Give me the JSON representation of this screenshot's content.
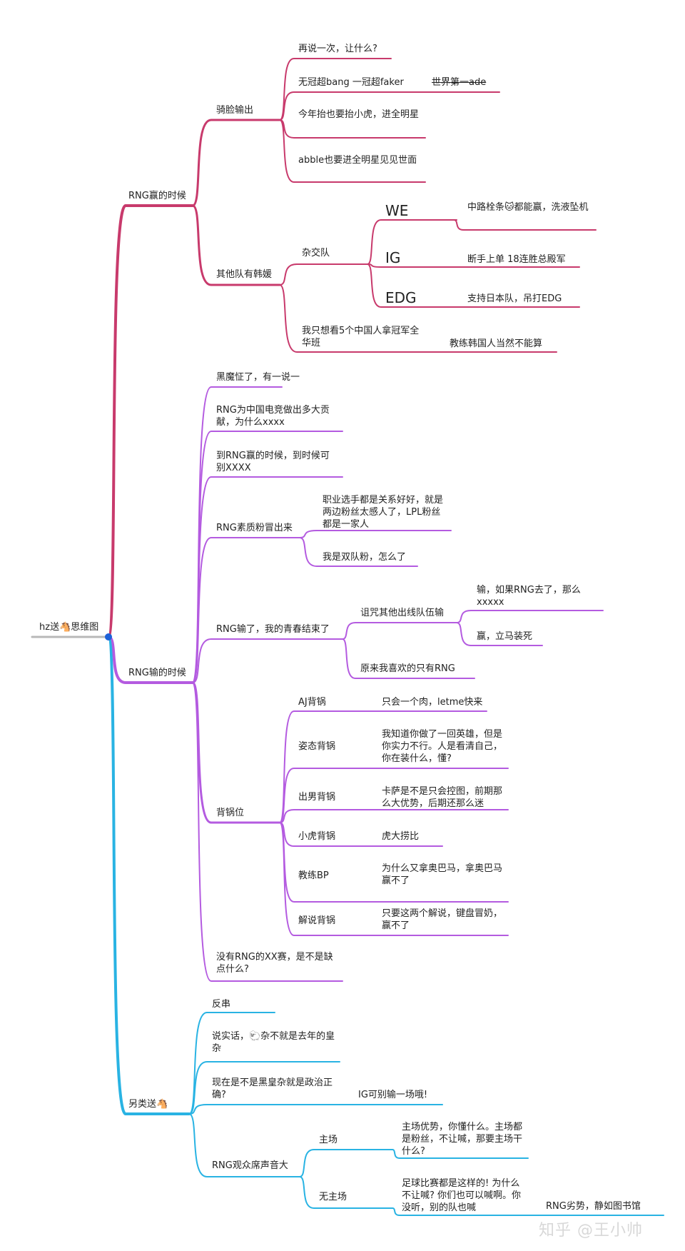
{
  "root": {
    "label": "hz送🐴思维图"
  },
  "colors": {
    "win": "#c83a6c",
    "lose": "#b45be0",
    "other": "#29b3e3",
    "root_line": "#b8b8b8",
    "root_dot": "#1e62d8"
  },
  "win": {
    "label": "RNG赢的时候",
    "face": {
      "label": "骑脸输出",
      "items": [
        "再说一次，让什么?",
        "无冠超bang 一冠超faker",
        "今年抬也要抬小虎，进全明星",
        "abble也要进全明星见见世面"
      ],
      "extra": "世界第一ade"
    },
    "korean": {
      "label": "其他队有韩媛",
      "hybrid": {
        "label": "杂交队",
        "teams": [
          {
            "name": "WE",
            "note": "中路栓条🐱都能赢，洗液坠机"
          },
          {
            "name": "IG",
            "note": "断手上单 18连胜总殿军"
          },
          {
            "name": "EDG",
            "note": "支持日本队，吊打EDG"
          }
        ]
      },
      "all_china": {
        "label": "我只想看5个中国人拿冠军全华班",
        "note": "教练韩国人当然不能算"
      }
    }
  },
  "lose": {
    "label": "RNG输的时候",
    "items": [
      "黑魔怔了，有一说一",
      "RNG为中国电竞做出多大贡献，为什么xxxx",
      "到RNG赢的时候，到时候可别XXXX"
    ],
    "quality": {
      "label": "RNG素质粉冒出来",
      "items": [
        "职业选手都是关系好好，就是两边粉丝太感人了，LPL粉丝都是一家人",
        "我是双队粉，怎么了"
      ]
    },
    "youth": {
      "label": "RNG输了，我的青春结束了",
      "curse": {
        "label": "诅咒其他出线队伍输",
        "items": [
          "输，如果RNG去了，那么xxxxx",
          "赢，立马装死"
        ]
      },
      "other": "原来我喜欢的只有RNG"
    },
    "blame": {
      "label": "背锅位",
      "items": [
        {
          "who": "AJ背锅",
          "why": "只会一个肉，letme快来"
        },
        {
          "who": "姿态背锅",
          "why": "我知道你做了一回英雄，但是你实力不行。人是看清自己，你在装什么，懂?"
        },
        {
          "who": "出男背锅",
          "why": "卡萨是不是只会控图，前期那么大优势，后期还那么迷"
        },
        {
          "who": "小虎背锅",
          "why": "虎大捞比"
        },
        {
          "who": "教练BP",
          "why": "为什么又拿奥巴马，拿奥巴马赢不了"
        },
        {
          "who": "解说背锅",
          "why": "只要这两个解说，键盘冒奶，赢不了"
        }
      ]
    },
    "last": "没有RNG的XX赛，是不是缺点什么?"
  },
  "other": {
    "label": "另类送🐴",
    "items": [
      "反串",
      "说实话，🐑杂不就是去年的皇杂",
      "现在是不是黑皇杂就是政治正确?"
    ],
    "ig_note": "IG可别输一场哦!",
    "crowd": {
      "label": "RNG观众席声音大",
      "home": {
        "label": "主场",
        "note": "主场优势，你懂什么。主场都是粉丝，不让喊，那要主场干什么?"
      },
      "away": {
        "label": "无主场",
        "note": "足球比赛都是这样的! 为什么不让喊? 你们也可以喊啊。你没听，别的队也喊",
        "extra": "RNG劣势，静如图书馆"
      }
    }
  },
  "watermark": "知乎 @王小帅"
}
